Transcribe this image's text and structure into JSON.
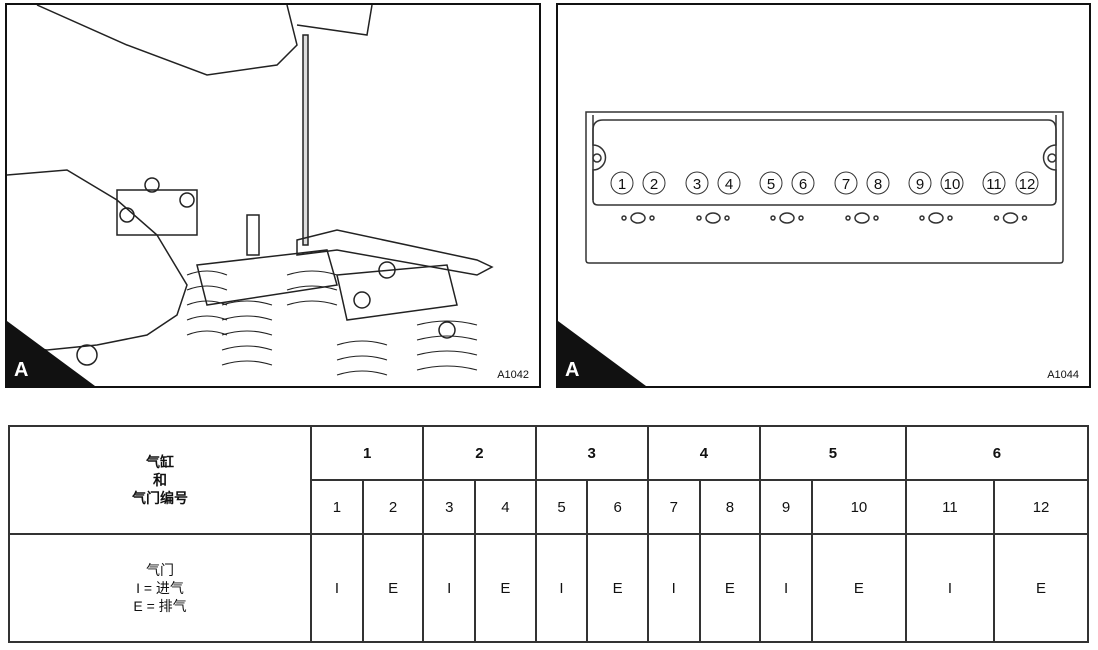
{
  "figures": [
    {
      "corner_label": "A",
      "code": "A1042"
    },
    {
      "corner_label": "A",
      "code": "A1044",
      "valve_numbers": [
        "1",
        "2",
        "3",
        "4",
        "5",
        "6",
        "7",
        "8",
        "9",
        "10",
        "11",
        "12"
      ]
    }
  ],
  "table": {
    "header_label": [
      "气缸",
      "和",
      "气门编号"
    ],
    "cylinders": [
      "1",
      "2",
      "3",
      "4",
      "5",
      "6"
    ],
    "valve_numbers": [
      "1",
      "2",
      "3",
      "4",
      "5",
      "6",
      "7",
      "8",
      "9",
      "10",
      "11",
      "12"
    ],
    "row_label": [
      "气门",
      "I = 进气",
      "E = 排气"
    ],
    "valve_types": [
      "I",
      "E",
      "I",
      "E",
      "I",
      "E",
      "I",
      "E",
      "I",
      "E",
      "I",
      "E"
    ]
  }
}
